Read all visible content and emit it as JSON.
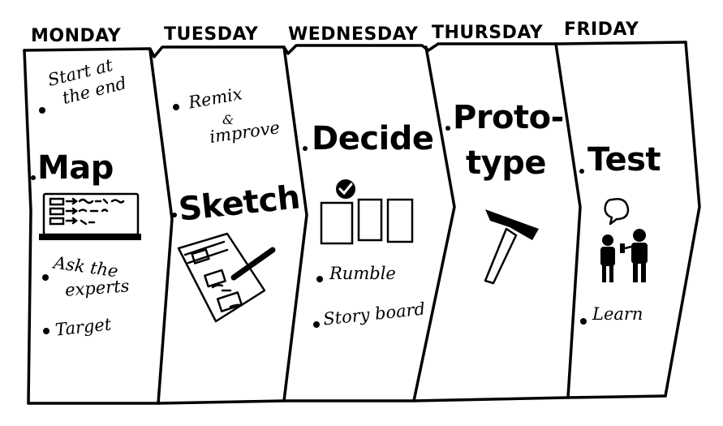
{
  "days": {
    "monday": "MONDAY",
    "tuesday": "TUESDAY",
    "wednesday": "WEDNESDAY",
    "thursday": "THURSDAY",
    "friday": "FRIDAY"
  },
  "monday": {
    "note_line1": "Start at",
    "note_line2": "the end",
    "main": "Map",
    "bullet_line1": "Ask the",
    "bullet_line2": "experts",
    "bullet2": "Target"
  },
  "tuesday": {
    "note_line1": "Remix",
    "note_line2": "&",
    "note_line3": "improve",
    "main": "Sketch"
  },
  "wednesday": {
    "main": "Decide",
    "bullet1": "Rumble",
    "bullet2": "Story board"
  },
  "thursday": {
    "main_line1": "Proto-",
    "main_line2": "type"
  },
  "friday": {
    "main": "Test",
    "bullet1": "Learn"
  },
  "icons": [
    "map-board-icon",
    "sketch-paper-icon",
    "checked-options-icon",
    "hammer-icon",
    "people-speech-icon"
  ]
}
